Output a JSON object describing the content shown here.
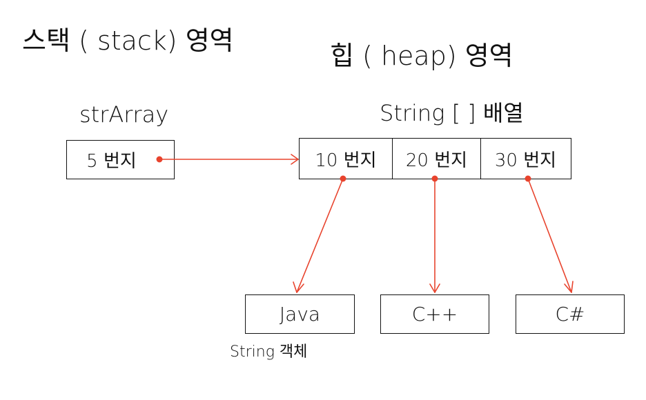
{
  "stack_title": "스택 ( stack) 영역",
  "heap_title": "힙 ( heap) 영역",
  "variable": {
    "name": "strArray",
    "value": "5 번지"
  },
  "array": {
    "label": "String [ ]  배열",
    "cells": [
      "10 번지",
      "20 번지",
      "30 번지"
    ]
  },
  "objects": [
    "Java",
    "C++",
    "C#"
  ],
  "object_caption": "String 객체",
  "colors": {
    "arrow": "#e8432d",
    "ink": "#111111"
  }
}
